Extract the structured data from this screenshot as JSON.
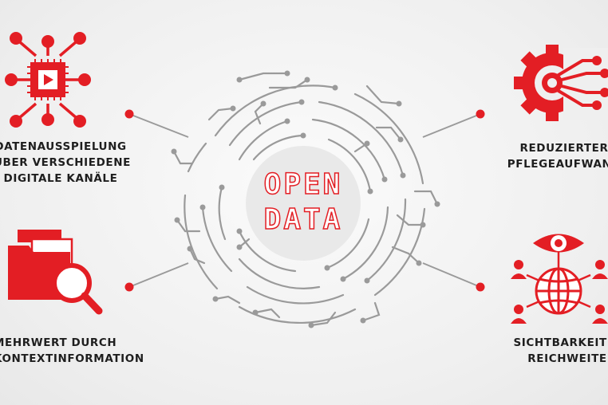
{
  "center": {
    "line1": "OPEN",
    "line2": "DATA"
  },
  "features": [
    {
      "icon": "chip-play-icon",
      "lines": [
        "DATENAUSSPIELUNG",
        "ÜBER VERSCHIEDENE",
        "DIGITALE KANÄLE"
      ]
    },
    {
      "icon": "folder-search-icon",
      "lines": [
        "MEHRWERT DURCH",
        "KONTEXTINFORMATION"
      ]
    },
    {
      "icon": "gear-network-icon",
      "lines": [
        "REDUZIERTER",
        "PFLEGEAUFWAND"
      ]
    },
    {
      "icon": "eye-globe-network-icon",
      "lines": [
        "SICHTBARKEIT &",
        "REICHWEITE"
      ]
    }
  ],
  "colors": {
    "accent": "#e31e24",
    "line": "#9a9a9a",
    "text": "#1e1e1e"
  }
}
